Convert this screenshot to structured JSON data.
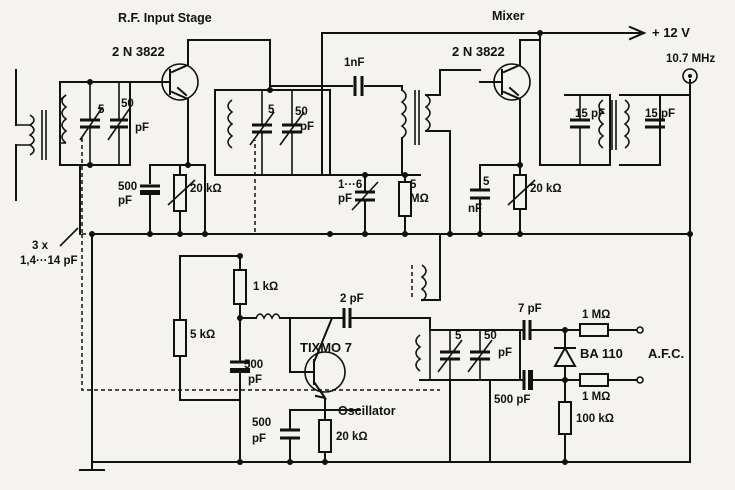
{
  "headings": {
    "rf_stage": "R.F. Input Stage",
    "mixer": "Mixer",
    "oscillator": "Oscillator",
    "afc": "A.F.C."
  },
  "rails": {
    "supply": "+ 12 V",
    "if_output": "10.7 MHz"
  },
  "transistors": {
    "rf": "2 N 3822",
    "mixer": "2 N 3822",
    "oscillator": "TIXMO 7"
  },
  "diode": "BA 110",
  "components": {
    "c_rf_trim_a": "5",
    "c_rf_trim_b": "50",
    "c_rf_trim_unit": "pF",
    "c_rf_src": "500",
    "c_rf_src_unit": "pF",
    "r_rf_src": "20 kΩ",
    "c_rf2_trim_a": "5",
    "c_rf2_trim_b": "50",
    "c_rf2_trim_unit": "pF",
    "c_couple": "1nF",
    "c_trim_1_6": "1···6",
    "c_trim_1_6_unit": "pF",
    "r_5m": "5",
    "r_5m_unit": "MΩ",
    "c_mix_src": "5",
    "c_mix_src_unit": "nF",
    "r_mix_src": "20 kΩ",
    "c_if1": "15 pF",
    "c_if2": "15 pF",
    "r_osc_1k": "1 kΩ",
    "r_osc_5k": "5 kΩ",
    "c_osc_2": "2 pF",
    "c_osc_500a": "500",
    "c_osc_500a_unit": "pF",
    "c_osc_500b": "500",
    "c_osc_500b_unit": "pF",
    "r_osc_emit": "20 kΩ",
    "c_osc_trim_a": "5",
    "c_osc_trim_b": "50",
    "c_osc_trim_unit": "pF",
    "c_afc_7": "7 pF",
    "c_afc_500": "500 pF",
    "r_afc_1m_a": "1 MΩ",
    "r_afc_1m_b": "1 MΩ",
    "r_afc_100k": "100 kΩ",
    "gang_count": "3 x",
    "gang_range": "1,4···14 pF"
  }
}
